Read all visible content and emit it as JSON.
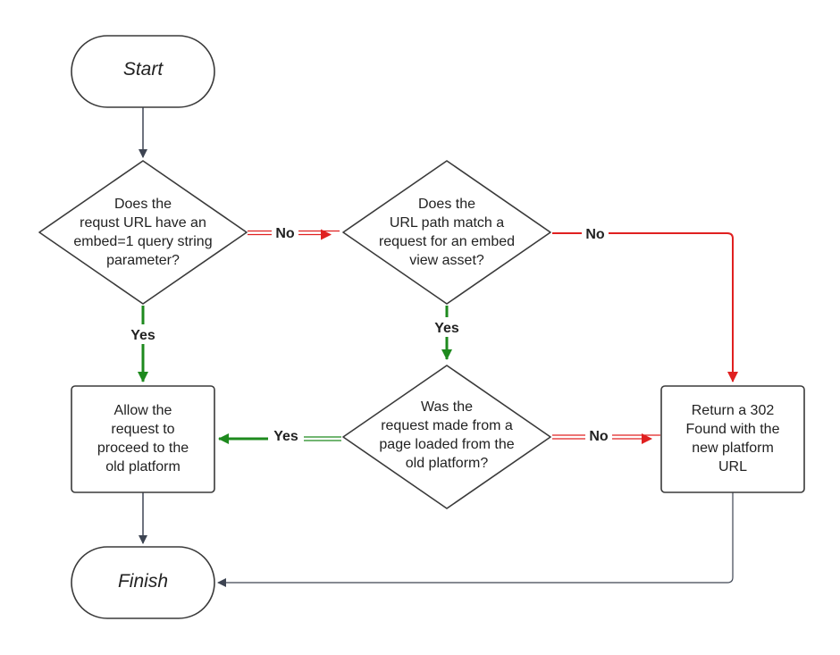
{
  "diagram": {
    "nodes": {
      "start": {
        "type": "terminal",
        "lines": [
          "Start"
        ]
      },
      "decision_embed_param": {
        "type": "decision",
        "lines": [
          "Does the",
          "requst URL have an",
          "embed=1 query string",
          "parameter?"
        ]
      },
      "decision_url_path": {
        "type": "decision",
        "lines": [
          "Does the",
          "URL path match a",
          "request for an embed",
          "view asset?"
        ]
      },
      "decision_old_platform": {
        "type": "decision",
        "lines": [
          "Was the",
          "request made from a",
          "page loaded from the",
          "old platform?"
        ]
      },
      "allow": {
        "type": "process",
        "lines": [
          "Allow the",
          "request to",
          "proceed to the",
          "old platform"
        ]
      },
      "redirect": {
        "type": "process",
        "lines": [
          "Return a 302",
          "Found with the",
          "new platform",
          "URL"
        ]
      },
      "finish": {
        "type": "terminal",
        "lines": [
          "Finish"
        ]
      }
    },
    "edges": [
      {
        "from": "start",
        "to": "decision_embed_param",
        "label": ""
      },
      {
        "from": "decision_embed_param",
        "to": "allow",
        "label": "Yes"
      },
      {
        "from": "decision_embed_param",
        "to": "decision_url_path",
        "label": "No"
      },
      {
        "from": "decision_url_path",
        "to": "decision_old_platform",
        "label": "Yes"
      },
      {
        "from": "decision_url_path",
        "to": "redirect",
        "label": "No"
      },
      {
        "from": "decision_old_platform",
        "to": "allow",
        "label": "Yes"
      },
      {
        "from": "decision_old_platform",
        "to": "redirect",
        "label": "No"
      },
      {
        "from": "allow",
        "to": "finish",
        "label": ""
      },
      {
        "from": "redirect",
        "to": "finish",
        "label": ""
      }
    ],
    "colors": {
      "node_stroke": "#3a3a3a",
      "connector": "#3d4452",
      "yes": "#1e8a1e",
      "no": "#e02020",
      "text": "#222222"
    }
  }
}
